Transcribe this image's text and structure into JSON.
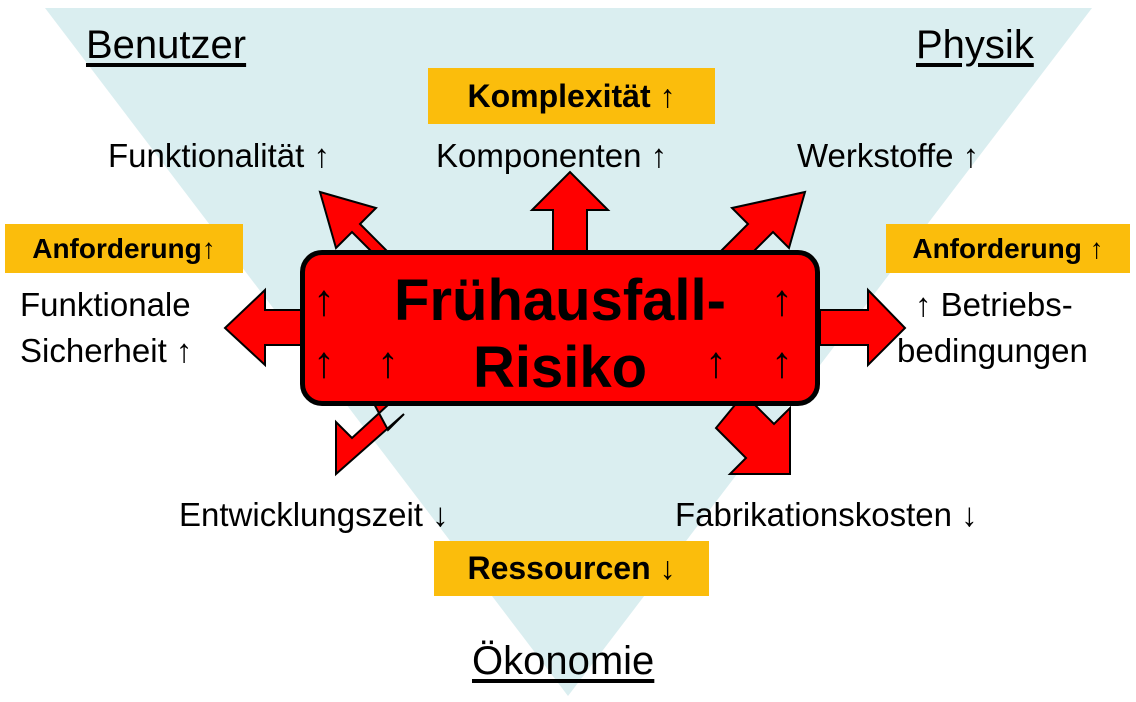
{
  "corners": {
    "top_left": "Benutzer",
    "top_right": "Physik",
    "bottom": "Ökonomie"
  },
  "badges": {
    "top": "Komplexität ↑",
    "left": "Anforderung↑",
    "right": "Anforderung ↑",
    "bottom": "Ressourcen ↓"
  },
  "labels": {
    "funktionalitaet": "Funktionalität ↑",
    "komponenten": "Komponenten ↑",
    "werkstoffe": "Werkstoffe ↑",
    "funktionale_line1": "Funktionale",
    "funktionale_line2": "Sicherheit ↑",
    "betriebs_line1": "↑ Betriebs-",
    "betriebs_line2": "bedingungen",
    "entwicklungszeit": "Entwicklungszeit ↓",
    "fabrikationskosten": "Fabrikationskosten ↓"
  },
  "center": {
    "title_line1": "Frühausfall-",
    "title_line2": "Risiko",
    "arrow_glyph": "↑"
  },
  "colors": {
    "triangle": "#daeef0",
    "arrow_red": "#ff0000",
    "badge_orange": "#fbbd0c"
  }
}
